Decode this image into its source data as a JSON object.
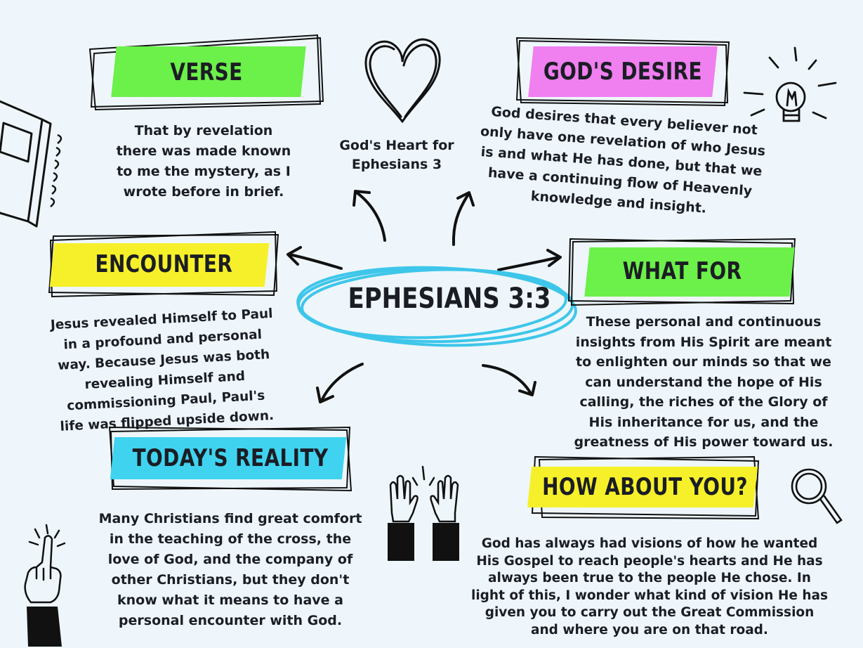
{
  "center": {
    "title": "EPHESIANS 3:3"
  },
  "heart_caption": "God's Heart for Ephesians 3",
  "sections": {
    "verse": {
      "title": "VERSE",
      "color": "#6cf04a",
      "text": "That by revelation there was made known to me the mystery, as I wrote before in brief."
    },
    "gods_desire": {
      "title": "GOD'S DESIRE",
      "color": "#f07ff0",
      "text": "God desires that every believer not only have one revelation of who Jesus is and what He has done, but that we have a continuing flow of Heavenly knowledge and insight."
    },
    "encounter": {
      "title": "ENCOUNTER",
      "color": "#f6f02a",
      "text": "Jesus revealed Himself to Paul in a profound and personal way. Because Jesus was both revealing Himself and commissioning Paul, Paul's life was flipped upside down."
    },
    "what_for": {
      "title": "WHAT FOR",
      "color": "#6cf04a",
      "text": "These personal and continuous insights from His Spirit are meant to enlighten our minds so that we can understand the hope of His calling, the riches of the Glory of His inheritance for us, and the greatness of His power toward us."
    },
    "todays_reality": {
      "title": "TODAY'S REALITY",
      "color": "#3fd3f0",
      "text": "Many Christians find great comfort in the teaching of the cross, the love of God, and the company of other Christians, but they don't know what it means to have a personal encounter with God."
    },
    "how_about_you": {
      "title": "HOW ABOUT YOU?",
      "color": "#f6f02a",
      "text": "God has always had visions of how he wanted His Gospel to reach people's hearts and He has always been true to the people He chose. In light of this, I wonder what kind of vision He has given you to carry out the Great Commission and where you are on that road."
    },
    "verse_lines": [
      "That by revelation",
      "there was made known",
      "to me the mystery, as I",
      "wrote before in brief."
    ],
    "gods_desire_lines": [
      "God desires that every believer not",
      "only have one revelation of who Jesus",
      "is and what He has done, but that we",
      "have a continuing flow of Heavenly",
      "knowledge and insight."
    ],
    "encounter_lines": [
      "Jesus revealed Himself to Paul",
      "in a profound and personal",
      "way. Because Jesus was both",
      "revealing Himself and",
      "commissioning Paul, Paul's",
      "life was flipped upside down."
    ],
    "what_for_lines": [
      "These personal and continuous",
      "insights from His Spirit are meant",
      "to enlighten our minds so that we",
      "can understand the hope of His",
      "calling, the riches of the Glory of",
      "His inheritance for us, and the",
      "greatness of His power toward us."
    ],
    "todays_reality_lines": [
      "Many Christians find great comfort",
      "in the teaching of the cross, the",
      "love of God, and the company of",
      "other Christians, but they don't",
      "know what it means to have a",
      "personal encounter with God."
    ],
    "how_about_you_lines": [
      "God has always had visions of how he wanted",
      "His Gospel to reach people's hearts and He has",
      "always been true to the people He chose. In",
      "light of this, I wonder what kind of vision He has",
      "given you to carry out the Great Commission",
      "and where you are on that road."
    ]
  },
  "heart_caption_lines": [
    "God's Heart for",
    "Ephesians 3"
  ],
  "icons": [
    "notebook-icon",
    "heart-icon",
    "lightbulb-icon",
    "raised-hands-icon",
    "pointing-hand-icon",
    "magnifier-icon"
  ]
}
